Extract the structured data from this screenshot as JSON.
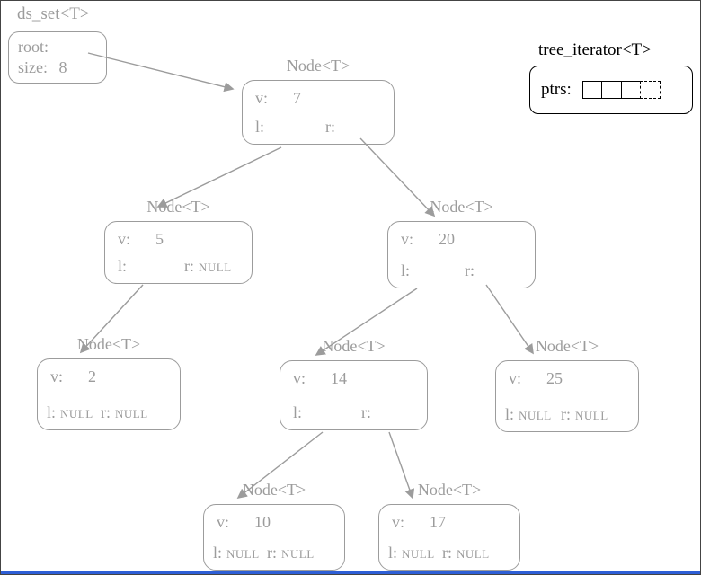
{
  "set_box": {
    "title": "ds_set<T>",
    "root_label": "root:",
    "size_label": "size:",
    "size_value": "8"
  },
  "iterator": {
    "title": "tree_iterator<T>",
    "ptrs_label": "ptrs:"
  },
  "labels": {
    "node_title": "Node<T>",
    "v": "v:",
    "l": "l:",
    "r": "r:"
  },
  "nodes": [
    {
      "value": "7",
      "left": "",
      "right": ""
    },
    {
      "value": "5",
      "left": "",
      "right": "NULL"
    },
    {
      "value": "20",
      "left": "",
      "right": ""
    },
    {
      "value": "2",
      "left": "NULL",
      "right": "NULL"
    },
    {
      "value": "14",
      "left": "",
      "right": ""
    },
    {
      "value": "25",
      "left": "NULL",
      "right": "NULL"
    },
    {
      "value": "10",
      "left": "NULL",
      "right": "NULL"
    },
    {
      "value": "17",
      "left": "NULL",
      "right": "NULL"
    }
  ],
  "colors": {
    "gray": "#9c9c9c",
    "black": "#000000",
    "bottom_bar_blue": "#2e5fd6"
  }
}
